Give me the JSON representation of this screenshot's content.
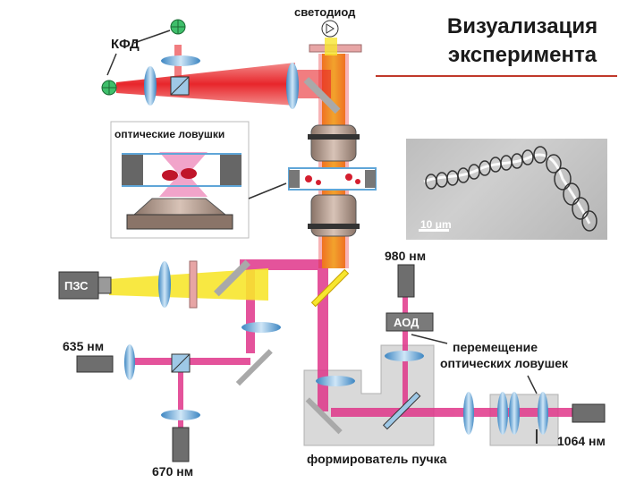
{
  "title": {
    "line1": "Визуализация",
    "line2": "эксперимента"
  },
  "labels": {
    "led": "светодиод",
    "qpd": "КФД",
    "traps": "оптические ловушки",
    "ccd": "ПЗС",
    "l635": "635 нм",
    "l670": "670 нм",
    "l980": "980 нм",
    "aod": "АОД",
    "move1": "перемещение",
    "move2": "оптических ловушек",
    "l1064": "1064 нм",
    "shaper": "формирователь пучка",
    "scale": "10 μm"
  },
  "colors": {
    "red_beam": "#e8262b",
    "pink_beam": "#e0368a",
    "yellow_beam": "#f7e62e",
    "orange_beam": "#f39a1e",
    "optic_blue": "#5fa6d8",
    "title_rule": "#c0392b"
  },
  "icons": [
    "led-icon",
    "photodiode-icon",
    "laser-icon",
    "ccd-camera-icon",
    "lens-icon",
    "mirror-icon",
    "beamsplitter-icon",
    "objective-icon"
  ]
}
